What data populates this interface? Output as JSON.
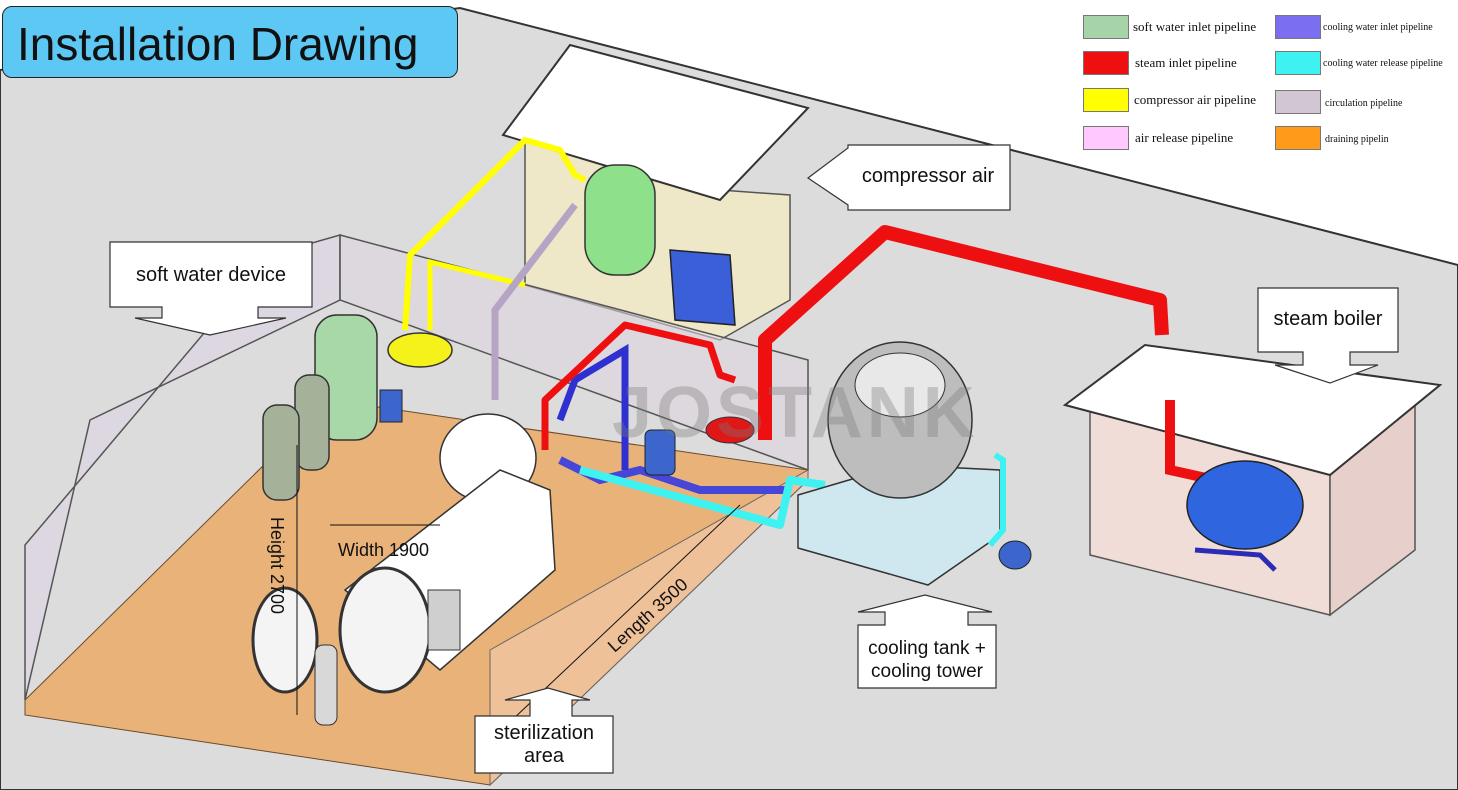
{
  "title": "Installation Drawing",
  "legend": [
    {
      "label": "soft water inlet pipeline",
      "color": "#a6d3a8"
    },
    {
      "label": "cooling water inlet pipeline",
      "color": "#7b6ef0"
    },
    {
      "label": "steam inlet pipeline",
      "color": "#ee1010"
    },
    {
      "label": "cooling water release pipeline",
      "color": "#3ff2f2"
    },
    {
      "label": "compressor air pipeline",
      "color": "#ffff00"
    },
    {
      "label": "circulation pipeline",
      "color": "#d3c6d3"
    },
    {
      "label": "air release pipeline",
      "color": "#ffc8ff"
    },
    {
      "label": "draining pipelin",
      "color": "#ff9a1a"
    }
  ],
  "callouts": {
    "compressor_air": "compressor air",
    "soft_water_device": "soft water device",
    "steam_boiler": "steam boiler",
    "cooling_line1": "cooling tank +",
    "cooling_line2": "cooling tower",
    "sterilization_line1": "sterilization",
    "sterilization_line2": "area"
  },
  "dimensions": {
    "height": "Height 2700",
    "width": "Width 1900",
    "length": "Length 3500"
  },
  "watermark": "JOSTANK"
}
